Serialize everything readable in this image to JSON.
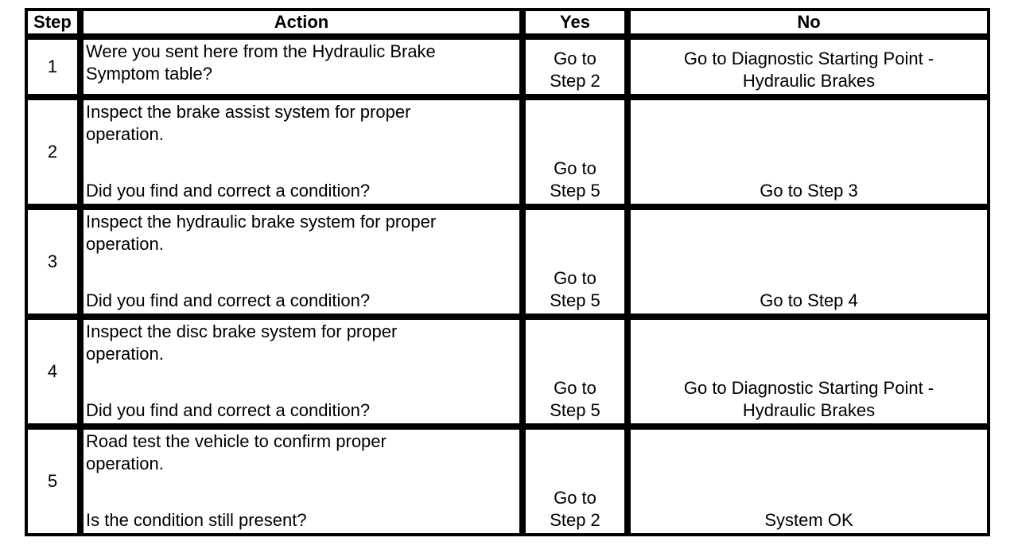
{
  "page": {
    "background": "#ffffff",
    "border_color": "#000000",
    "text_color": "#000000"
  },
  "table": {
    "headers": {
      "step": "Step",
      "action": "Action",
      "yes": "Yes",
      "no": "No"
    },
    "rows": [
      {
        "step": "1",
        "statement": [
          "Were you sent here from the Hydraulic Brake",
          "Symptom table?"
        ],
        "question": [],
        "yes": [
          "Go to",
          "Step 2"
        ],
        "no": [
          "Go to Diagnostic Starting Point -",
          "Hydraulic Brakes"
        ]
      },
      {
        "step": "2",
        "statement": [
          "Inspect the brake assist system for proper",
          "operation."
        ],
        "question": [
          "Did you find and correct a condition?"
        ],
        "yes": [
          "Go to",
          "Step 5"
        ],
        "no": [
          "Go to Step 3"
        ]
      },
      {
        "step": "3",
        "statement": [
          "Inspect the hydraulic brake system for proper",
          "operation."
        ],
        "question": [
          "Did you find and correct a condition?"
        ],
        "yes": [
          "Go to",
          "Step 5"
        ],
        "no": [
          "Go to Step 4"
        ]
      },
      {
        "step": "4",
        "statement": [
          "Inspect the disc brake system for proper",
          "operation."
        ],
        "question": [
          "Did you find and correct a condition?"
        ],
        "yes": [
          "Go to",
          "Step 5"
        ],
        "no": [
          "Go to Diagnostic Starting Point -",
          "Hydraulic Brakes"
        ]
      },
      {
        "step": "5",
        "statement": [
          "Road test the vehicle to confirm proper",
          "operation."
        ],
        "question": [
          "Is the condition still present?"
        ],
        "yes": [
          "Go to",
          "Step 2"
        ],
        "no": [
          "System OK"
        ]
      }
    ]
  }
}
